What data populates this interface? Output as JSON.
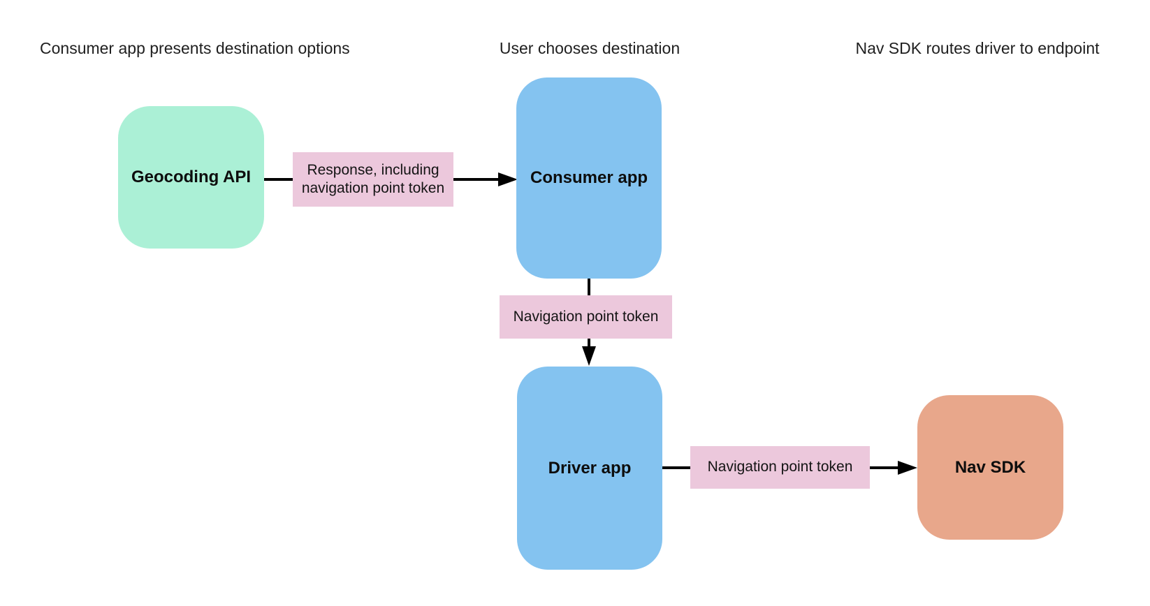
{
  "headers": [
    {
      "text": "Consumer app presents destination options"
    },
    {
      "text": "User chooses destination"
    },
    {
      "text": "Nav SDK routes driver to endpoint"
    }
  ],
  "nodes": [
    {
      "id": "geocoding-api",
      "label": "Geocoding API",
      "color": "#abf0d6"
    },
    {
      "id": "consumer-app",
      "label": "Consumer app",
      "color": "#84c3f0"
    },
    {
      "id": "driver-app",
      "label": "Driver app",
      "color": "#84c3f0"
    },
    {
      "id": "nav-sdk",
      "label": "Nav SDK",
      "color": "#e8a78b"
    }
  ],
  "edges": [
    {
      "from": "geocoding-api",
      "to": "consumer-app",
      "label": "Response, including navigation point token",
      "label_color": "#ecc8dc"
    },
    {
      "from": "consumer-app",
      "to": "driver-app",
      "label": "Navigation point token",
      "label_color": "#ecc8dc"
    },
    {
      "from": "driver-app",
      "to": "nav-sdk",
      "label": "Navigation point token",
      "label_color": "#ecc8dc"
    }
  ],
  "colors": {
    "background": "#ffffff",
    "arrow": "#000000",
    "header_text": "#1f1f1f",
    "node_text": "#0d0d0d"
  }
}
